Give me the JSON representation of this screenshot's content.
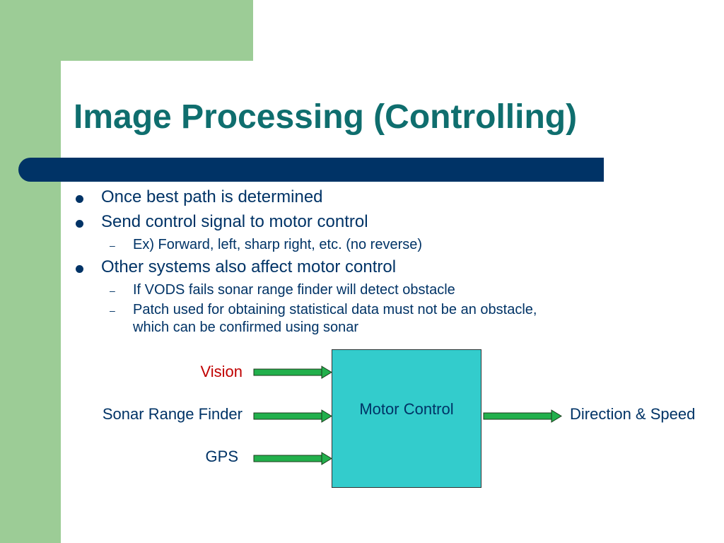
{
  "slide": {
    "title": "Image Processing (Controlling)",
    "bullets": [
      {
        "text": "Once best path is determined",
        "level": 1
      },
      {
        "text": "Send control signal to motor control",
        "level": 1
      },
      {
        "text": "Ex) Forward, left, sharp right, etc.  (no reverse)",
        "level": 2
      },
      {
        "text": "Other systems also affect motor control",
        "level": 1
      },
      {
        "text": "If VODS fails sonar range finder will detect obstacle",
        "level": 2
      },
      {
        "text": "Patch used for obtaining statistical data must not be an obstacle,",
        "level": 2
      },
      {
        "text": "which can be confirmed using sonar",
        "level": 2
      }
    ]
  },
  "diagram": {
    "inputs": [
      "Vision",
      "Sonar Range Finder",
      "GPS"
    ],
    "box_label": "Motor Control",
    "output": "Direction & Speed"
  },
  "colors": {
    "background_accent": "#9ccc96",
    "title": "#0f6e6e",
    "bar": "#003366",
    "text": "#003366",
    "vision_label": "#c00000",
    "arrow": "#22b04c",
    "box": "#33cccc"
  }
}
